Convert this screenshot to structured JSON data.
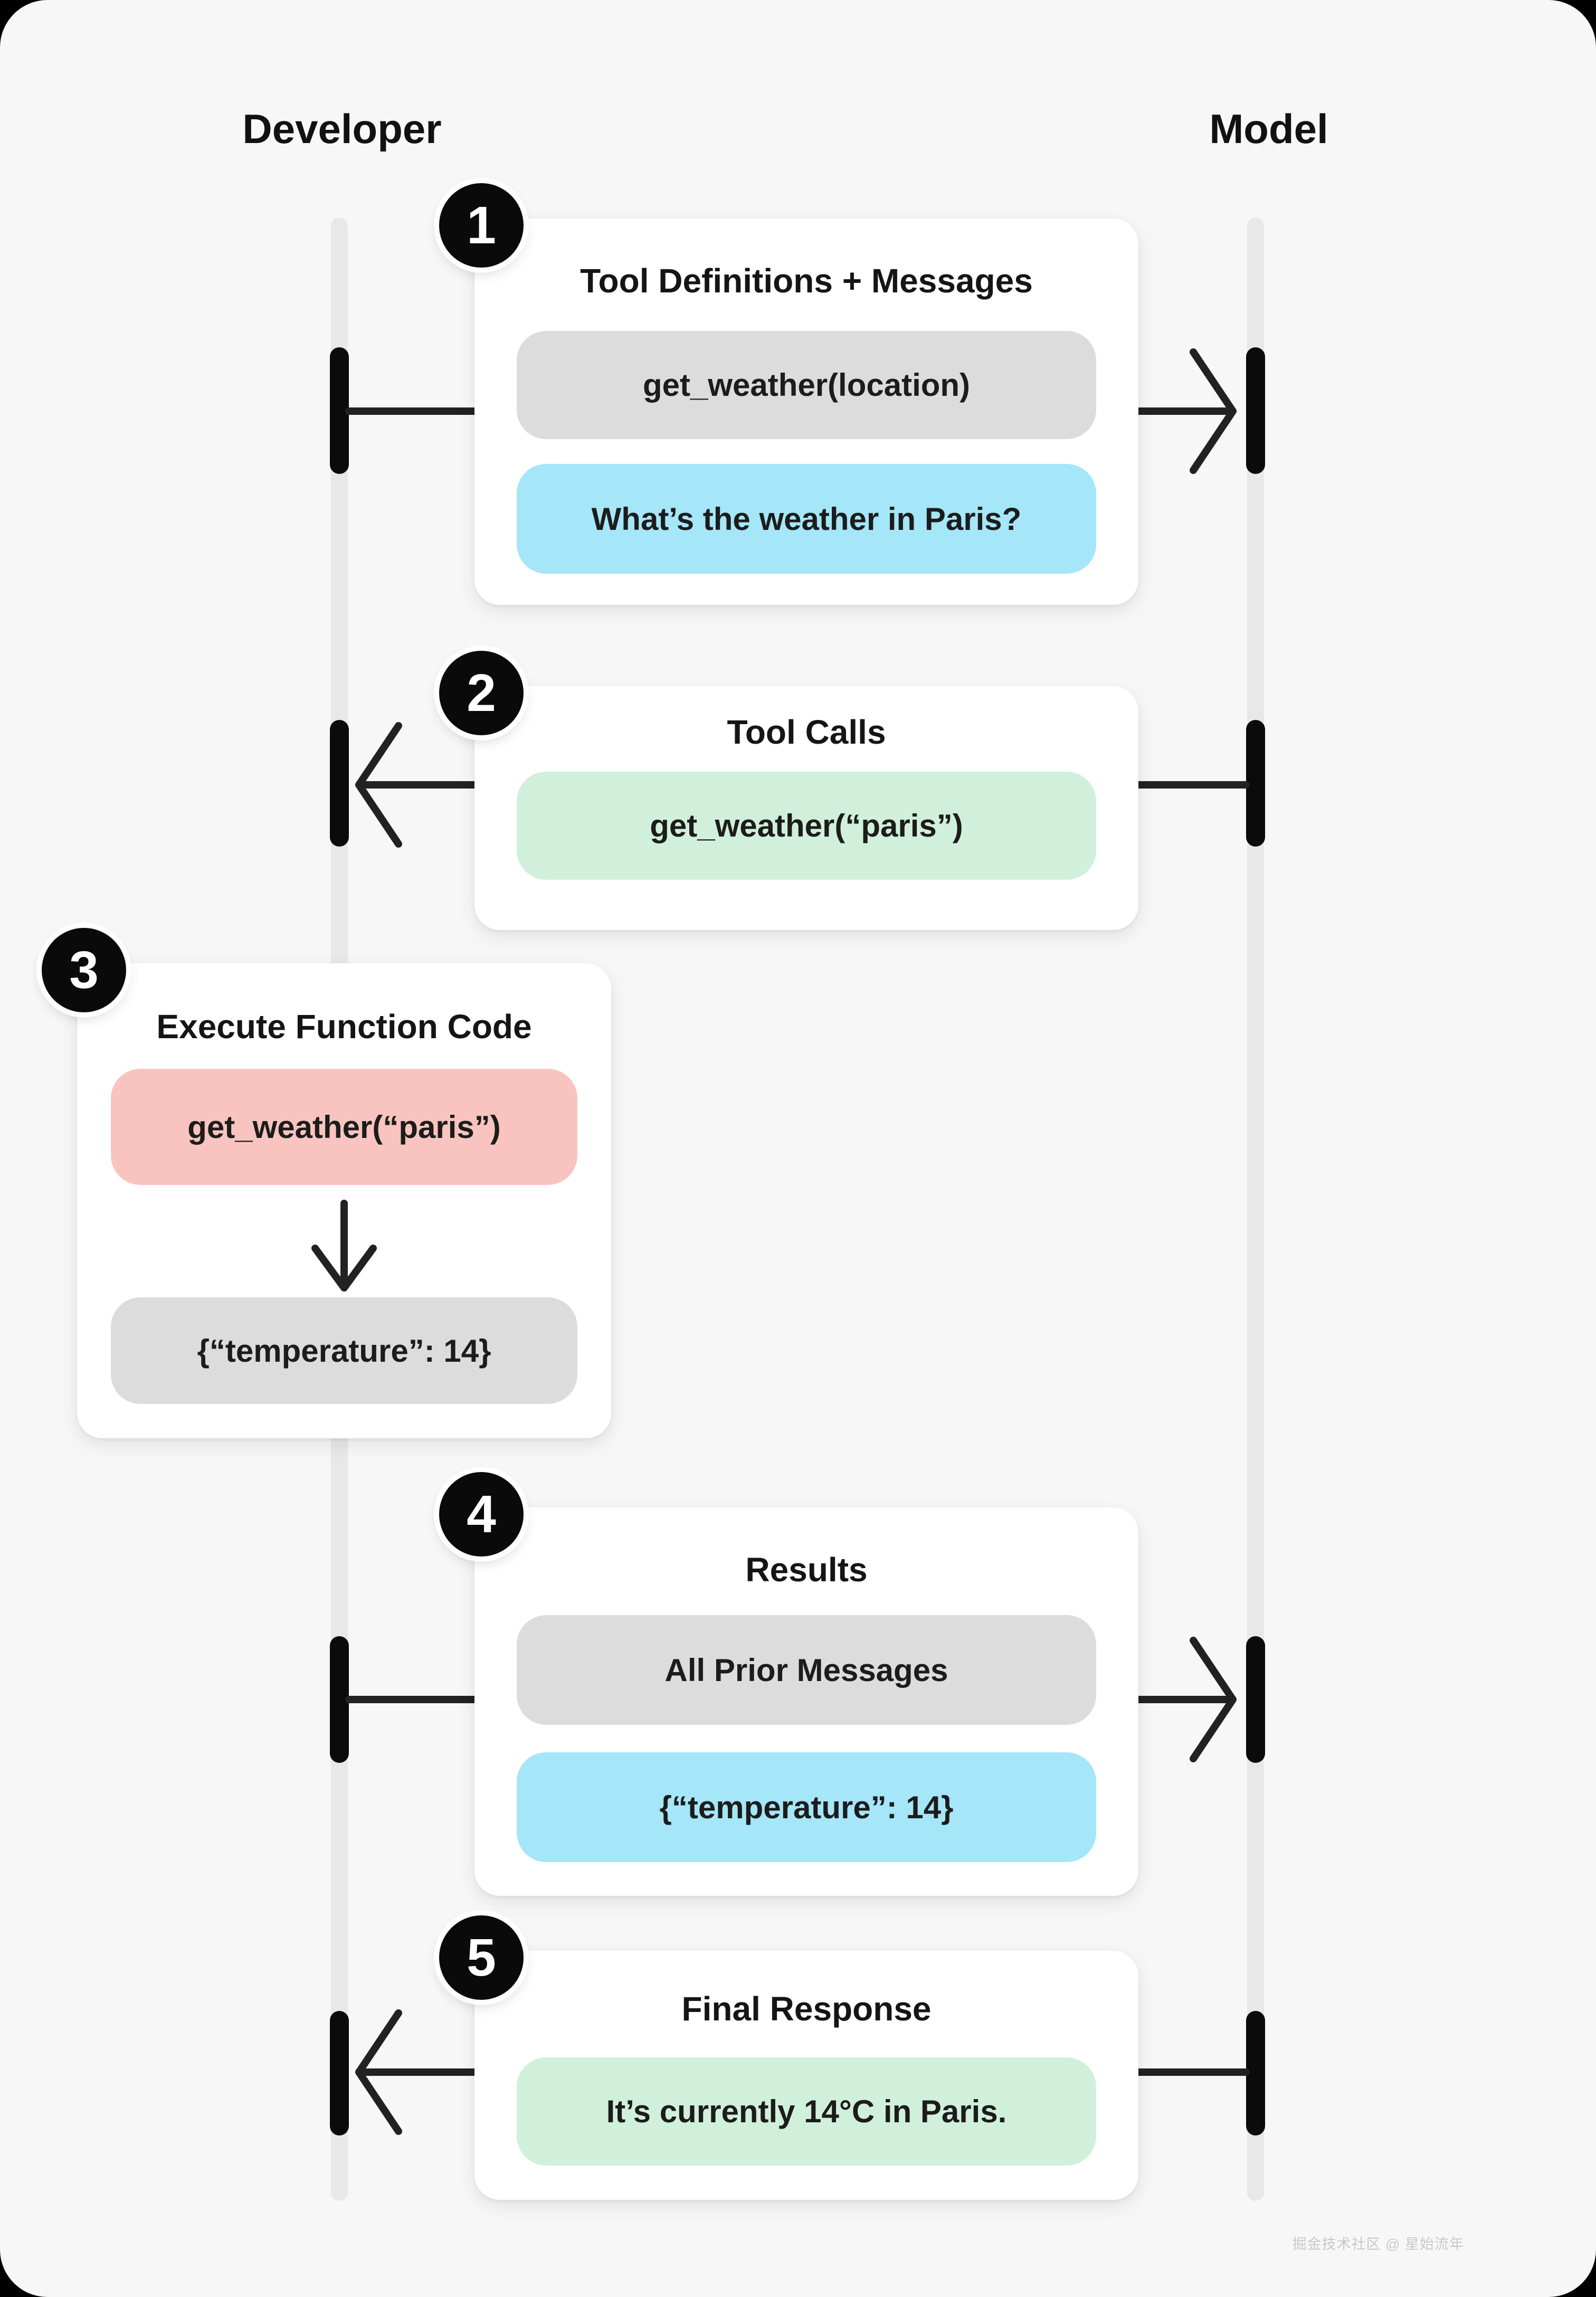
{
  "lanes": {
    "developer": "Developer",
    "model": "Model"
  },
  "steps": [
    {
      "number": "1",
      "title": "Tool Definitions + Messages",
      "direction": "developer-to-model",
      "pills": [
        {
          "text": "get_weather(location)",
          "color": "gray"
        },
        {
          "text": "What’s the weather in Paris?",
          "color": "blue"
        }
      ]
    },
    {
      "number": "2",
      "title": "Tool Calls",
      "direction": "model-to-developer",
      "pills": [
        {
          "text": "get_weather(“paris”)",
          "color": "green"
        }
      ]
    },
    {
      "number": "3",
      "title": "Execute Function Code",
      "direction": "local-execution",
      "pills": [
        {
          "text": "get_weather(“paris”)",
          "color": "pink"
        },
        {
          "text": "{“temperature”: 14}",
          "color": "gray"
        }
      ]
    },
    {
      "number": "4",
      "title": "Results",
      "direction": "developer-to-model",
      "pills": [
        {
          "text": "All Prior Messages",
          "color": "gray"
        },
        {
          "text": "{“temperature”: 14}",
          "color": "blue"
        }
      ]
    },
    {
      "number": "5",
      "title": "Final Response",
      "direction": "model-to-developer",
      "pills": [
        {
          "text": "It’s currently 14°C in Paris.",
          "color": "green"
        }
      ]
    }
  ],
  "colors": {
    "page_bg": "#f7f7f7",
    "card": "#ffffff",
    "lifeline": "#e8e8e8",
    "activation_bar": "#0b0b0b",
    "arrow": "#222222",
    "badge": "#0a0a0a",
    "pill_gray": "#dcdcdc",
    "pill_blue": "#a5e6f8",
    "pill_green": "#d1f0db",
    "pill_pink": "#f9c4bf"
  },
  "watermark": "掘金技术社区 @ 星始流年"
}
